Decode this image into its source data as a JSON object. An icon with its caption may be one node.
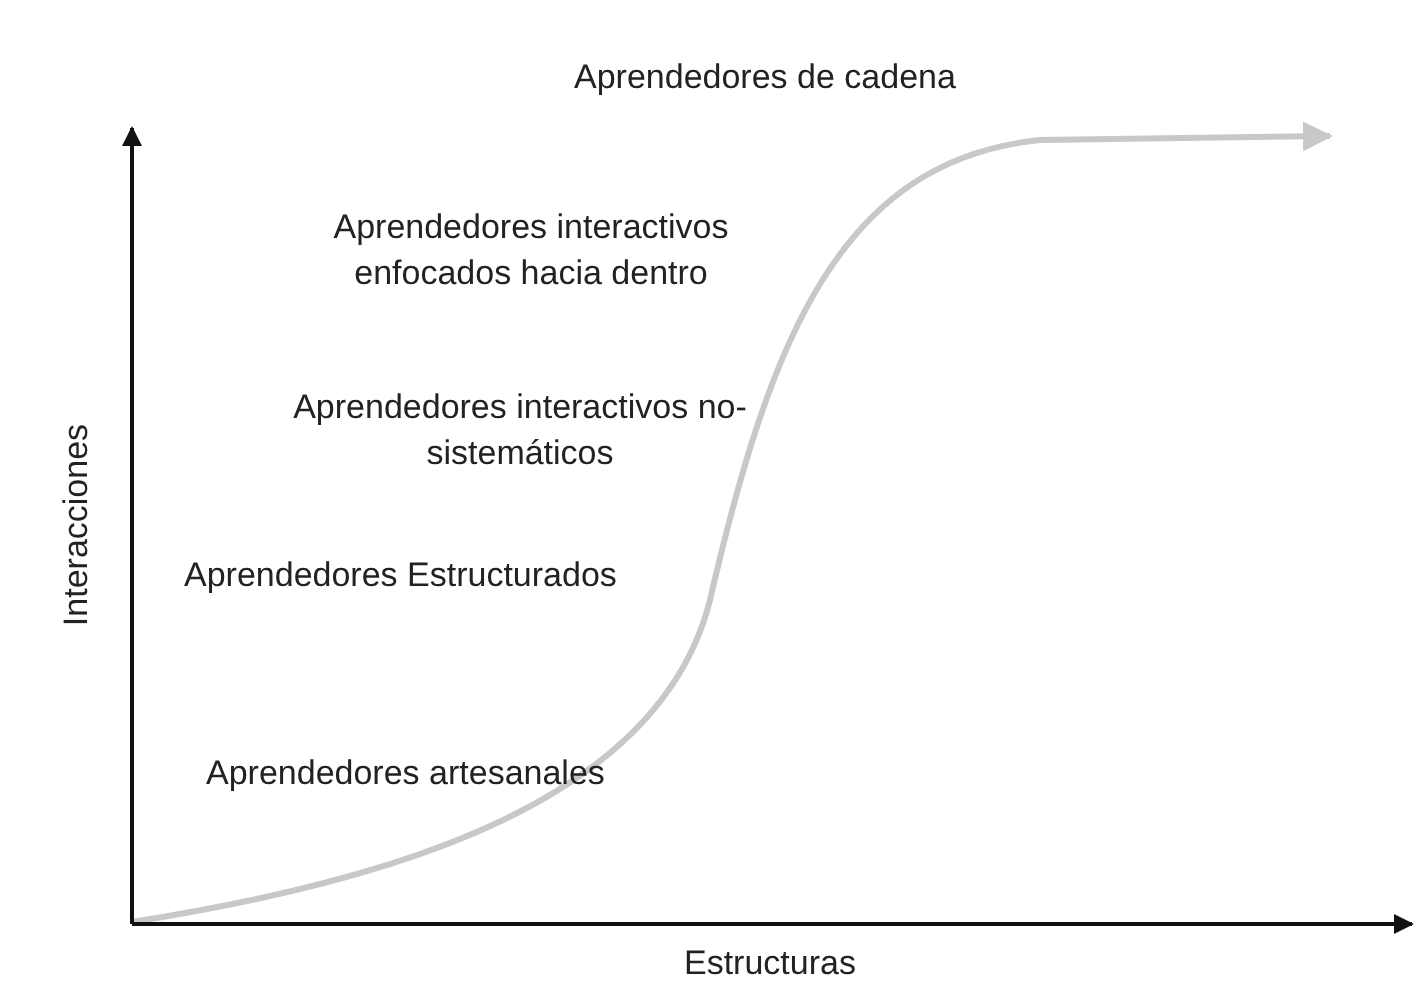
{
  "diagram": {
    "labels": [
      "Aprendedores de cadena",
      "Aprendedores interactivos enfocados hacia dentro",
      "Aprendedores interactivos no-sistemáticos",
      "Aprendedores Estructurados",
      "Aprendedores artesanales",
      "Interacciones",
      "Estructuras"
    ]
  }
}
